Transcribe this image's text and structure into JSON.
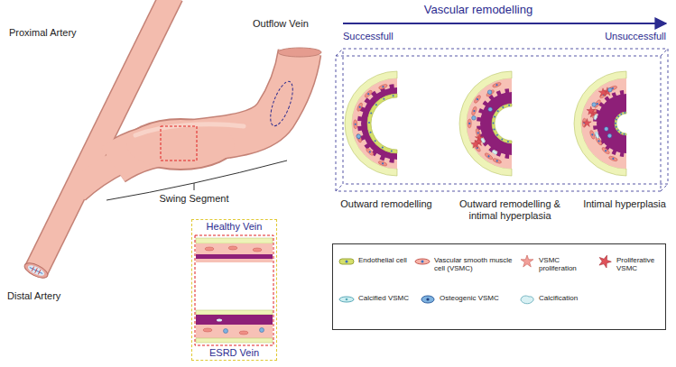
{
  "diagram": {
    "title": "Vascular remodelling",
    "nodes": [
      {
        "text": [
          "Healthy Vein",
          "ESRD Vein"
        ]
      }
    ],
    "labels": [
      "Successfull",
      "Unsuccessfull",
      "Proximal Artery",
      "Outflow Vein",
      "Swing Segment",
      "Distal Artery",
      "Outward remodelling",
      "Outward remodelling & intimal hyperplasia",
      "Intimal hyperplasia"
    ],
    "legend": [
      {
        "text": "Endothelial cell"
      },
      {
        "text": "Vascular smooth muscle cell (VSMC)"
      },
      {
        "text": "VSMC proliferation"
      },
      {
        "text": "Proliferative VSMC"
      },
      {
        "text": "Calcified VSMC"
      },
      {
        "text": "Osteogenic VSMC"
      },
      {
        "text": "Calcification"
      }
    ]
  }
}
